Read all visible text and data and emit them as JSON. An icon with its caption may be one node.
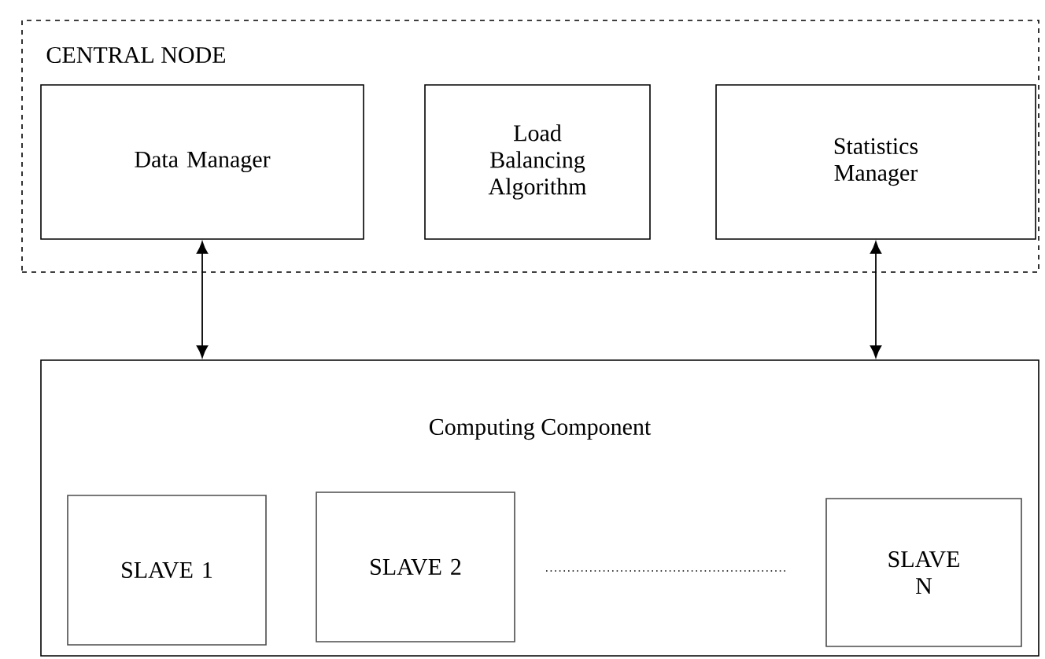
{
  "diagram": {
    "nodes": [
      {
        "text": [
          "CENTRAL NODE"
        ]
      },
      {
        "text": [
          "Data Manager"
        ],
        "in": 0
      },
      {
        "text": [
          "Load Balancing Algorithm"
        ],
        "in": 0
      },
      {
        "text": [
          "Statistics Manager"
        ],
        "in": 0
      },
      {
        "text": [
          "Computing Component"
        ]
      },
      {
        "text": [
          "SLAVE 1"
        ],
        "in": 4
      },
      {
        "text": [
          "SLAVE 2"
        ],
        "in": 4
      },
      {
        "text": [
          "SLAVE N"
        ],
        "in": 4
      }
    ],
    "edges": [
      {
        "from": 1,
        "to": 4,
        "arrow": "both"
      },
      {
        "from": 3,
        "to": 4,
        "arrow": "both"
      }
    ]
  }
}
